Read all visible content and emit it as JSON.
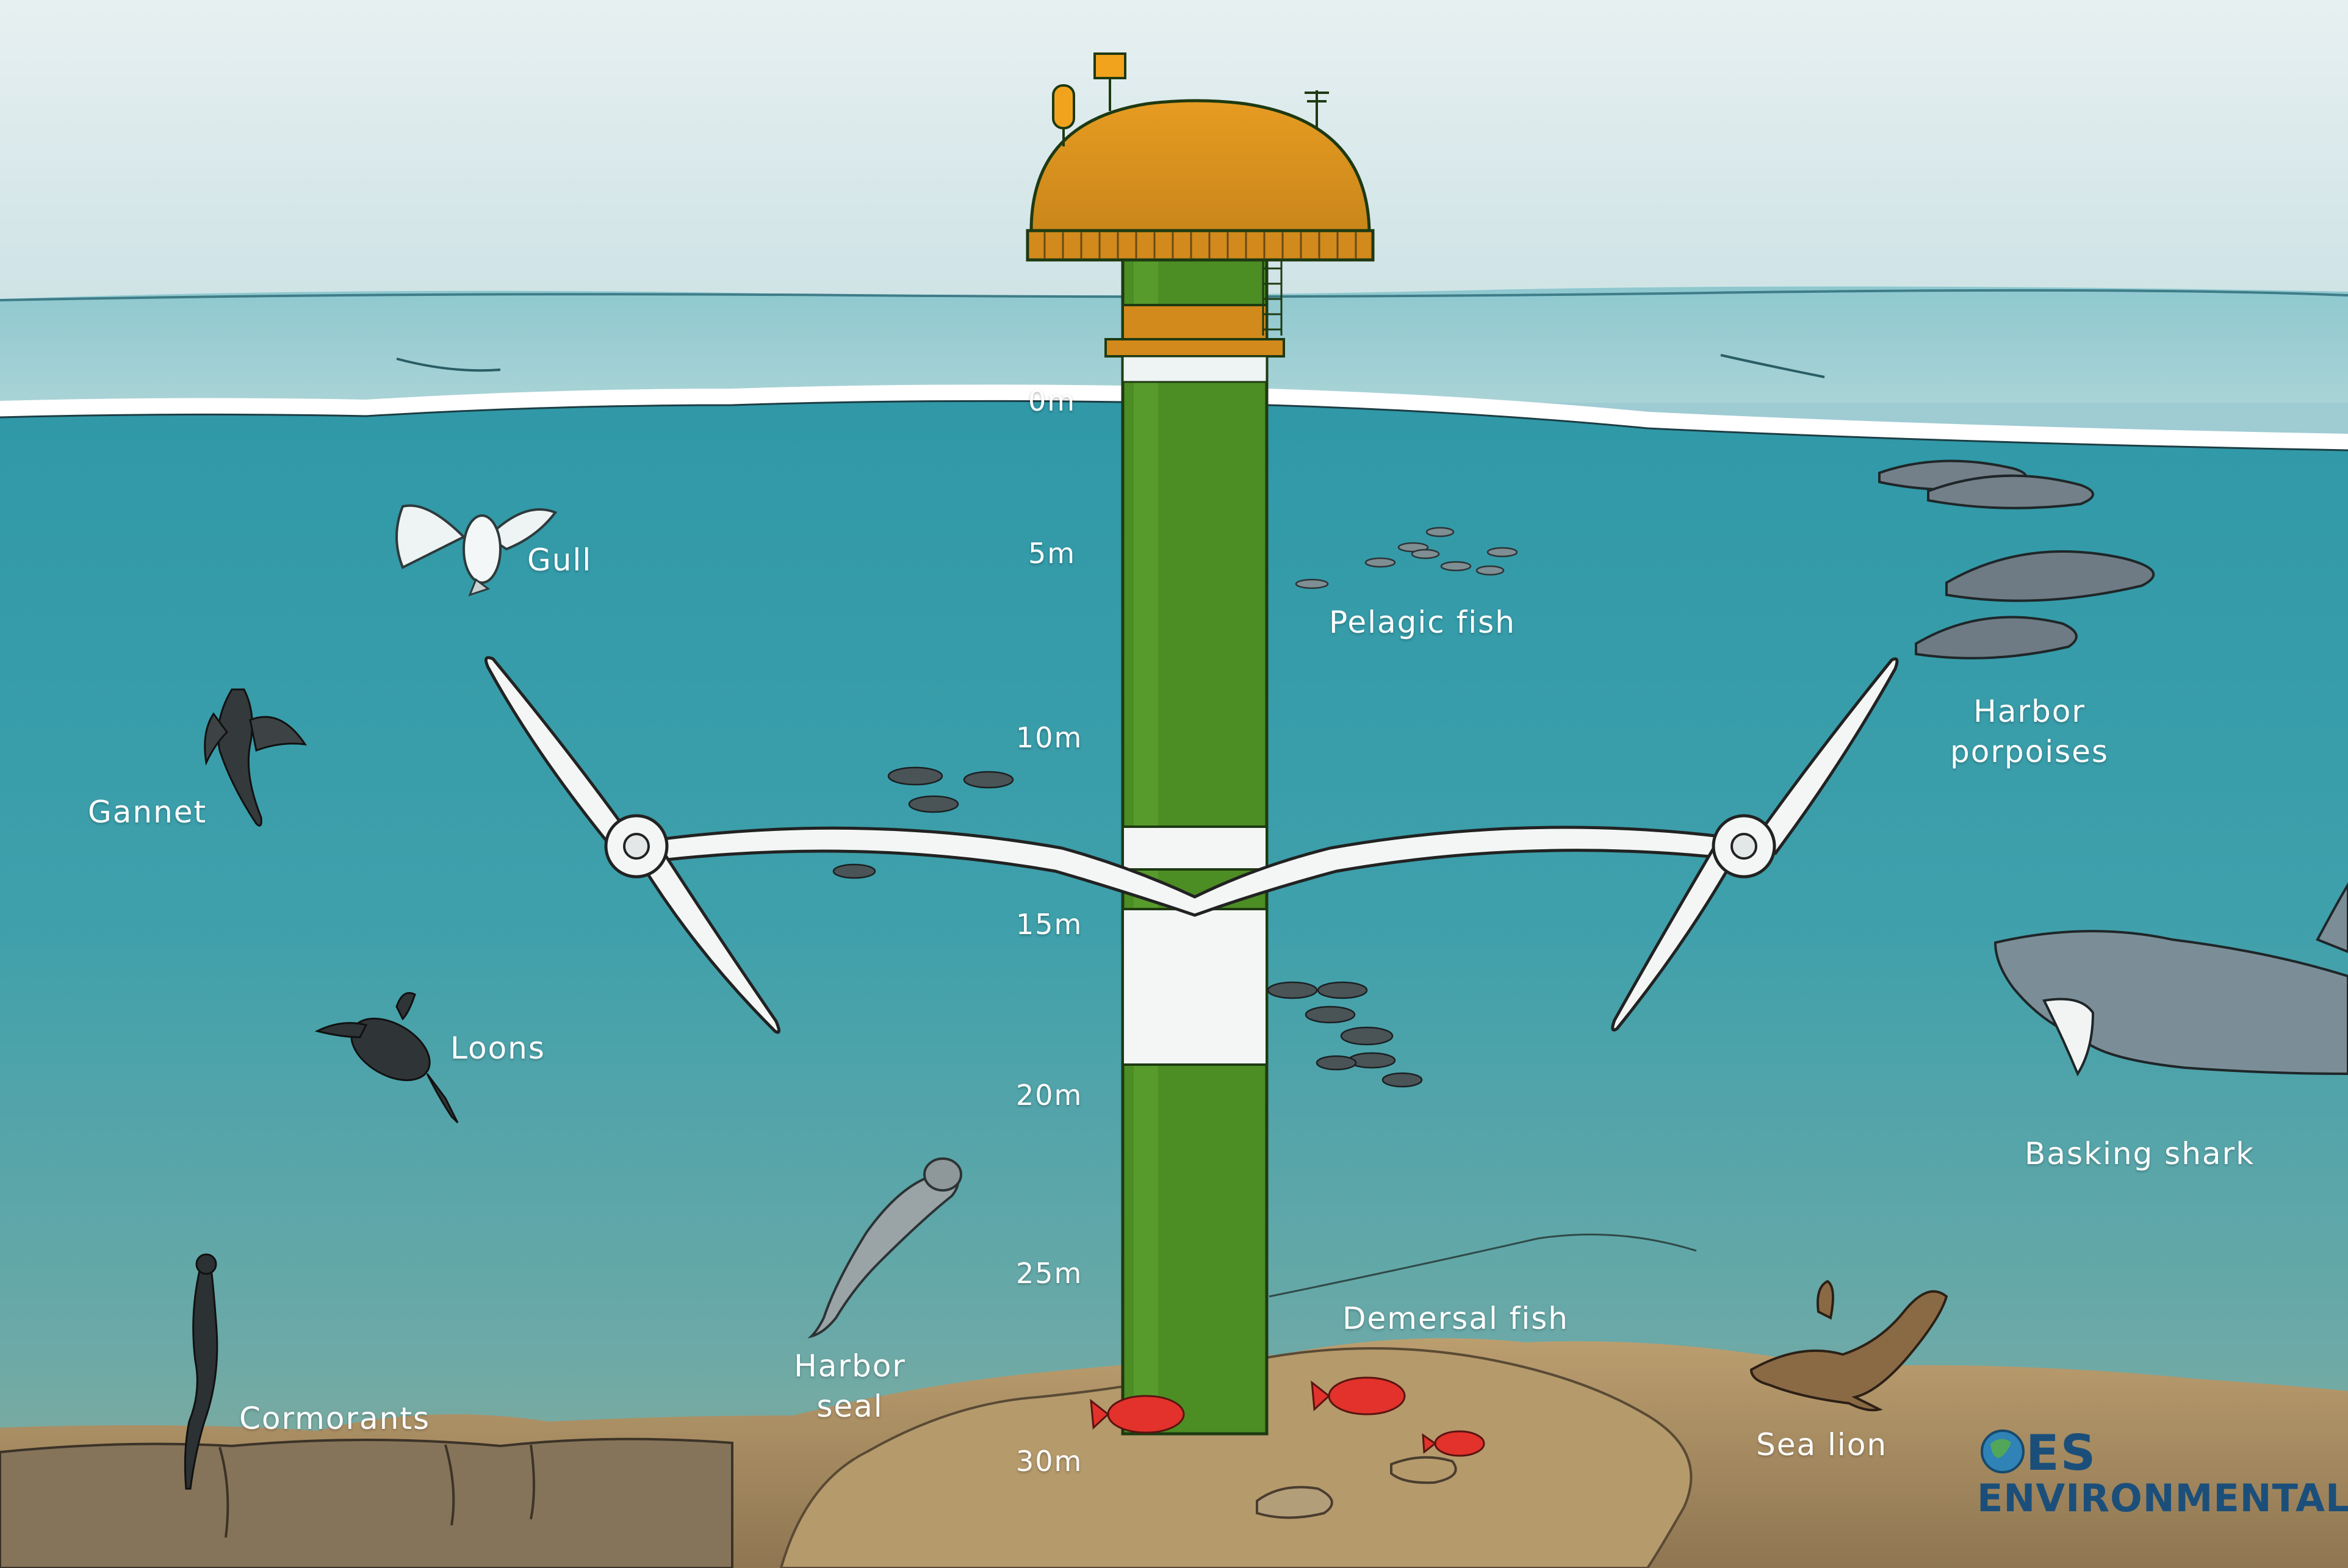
{
  "depth_markers": [
    "0m",
    "5m",
    "10m",
    "15m",
    "20m",
    "25m",
    "30m"
  ],
  "species": {
    "gull": "Gull",
    "gannet": "Gannet",
    "loons": "Loons",
    "cormorants": "Cormorants",
    "harbor_seal": [
      "Harbor",
      "seal"
    ],
    "pelagic_fish": "Pelagic fish",
    "demersal_fish": "Demersal fish",
    "harbor_porpoises": [
      "Harbor",
      "porpoises"
    ],
    "basking_shark": "Basking shark",
    "sea_lion": "Sea lion"
  },
  "logo": {
    "line1": "ES",
    "line2": "ENVIRONMENTAL"
  },
  "colors": {
    "sky": "#dbe8eb",
    "water": "#3c9daa",
    "deep_water": "#63a7a6",
    "seabed": "#a88d62",
    "tower": "#4f8e26",
    "nacelle": "#d9901e",
    "blade": "#f4f6f6",
    "demersal": "#e2322b"
  }
}
